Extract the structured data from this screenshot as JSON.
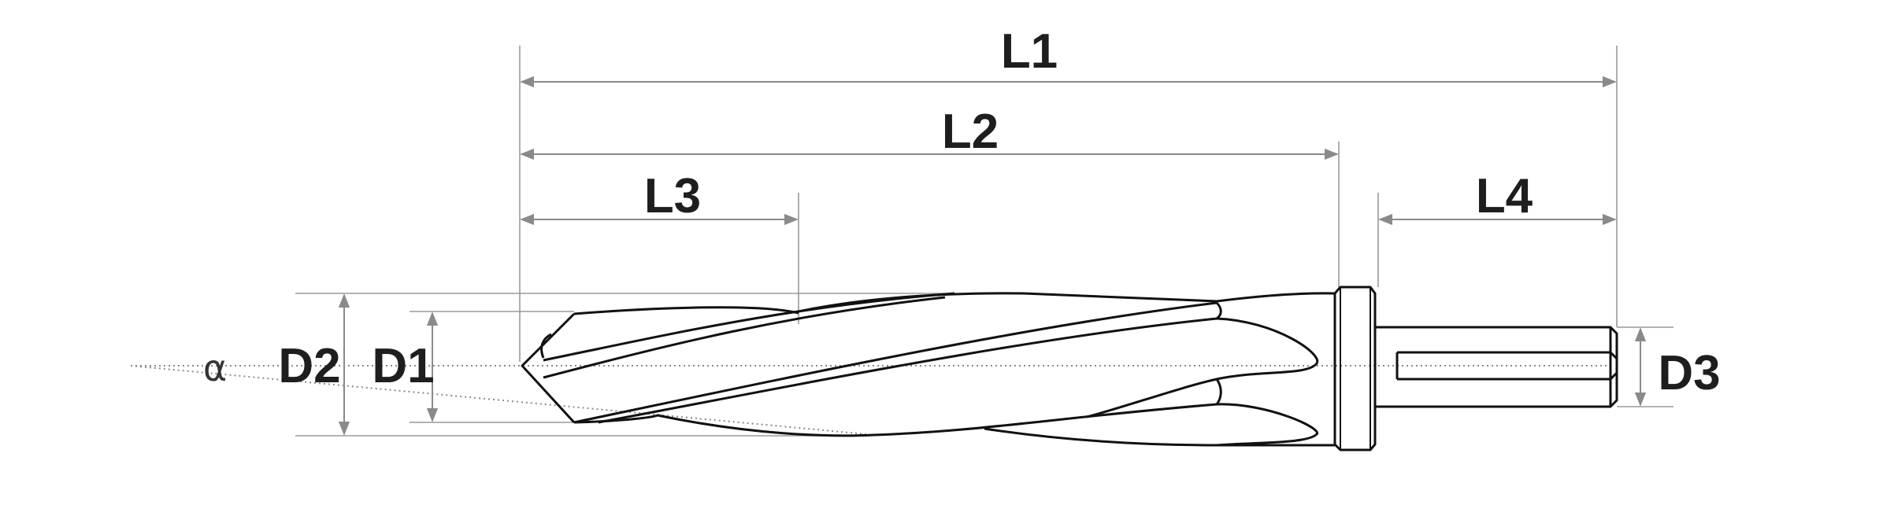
{
  "labels": {
    "L1": "L1",
    "L2": "L2",
    "L3": "L3",
    "L4": "L4",
    "D1": "D1",
    "D2": "D2",
    "D3": "D3",
    "alpha": "α"
  },
  "colors": {
    "outline": "#111111",
    "dimension": "#8a8a8a",
    "text": "#1e1e1e"
  }
}
